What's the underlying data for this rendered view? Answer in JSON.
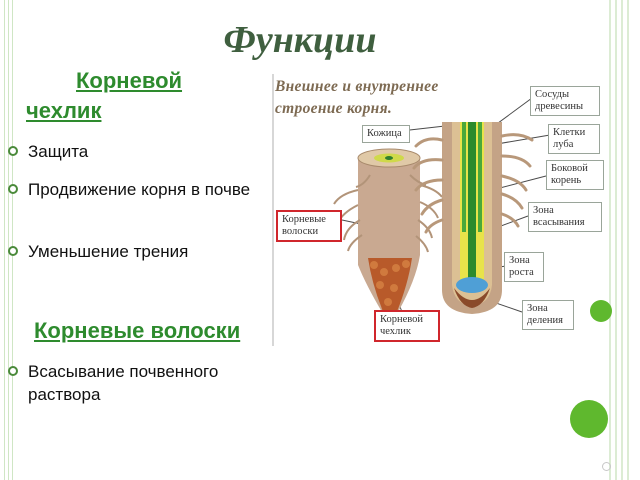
{
  "slide": {
    "title": "Функции",
    "section1": {
      "heading_line1": "Корневой",
      "heading_line2": "чехлик",
      "bullets": [
        "Защита",
        "Продвижение корня в почве",
        "Уменьшение трения"
      ]
    },
    "section2": {
      "heading": "Корневые волоски",
      "bullets": [
        "Всасывание почвенного раствора"
      ]
    }
  },
  "diagram": {
    "title_line1": "Внешнее и внутреннее",
    "title_line2": "строение корня.",
    "labels": {
      "vessels": "Сосуды древесины",
      "bast_cells": "Клетки луба",
      "skin": "Кожица",
      "lateral_root": "Боковой корень",
      "root_hairs": "Корневые волоски",
      "absorption_zone": "Зона всасывания",
      "growth_zone": "Зона роста",
      "division_zone": "Зона деления",
      "root_cap": "Корневой чехлик"
    }
  },
  "colors": {
    "title": "#3f5f3f",
    "heading_green": "#2e8b2e",
    "highlight_box": "#d0262c",
    "accent_circle": "#5fb82e"
  }
}
